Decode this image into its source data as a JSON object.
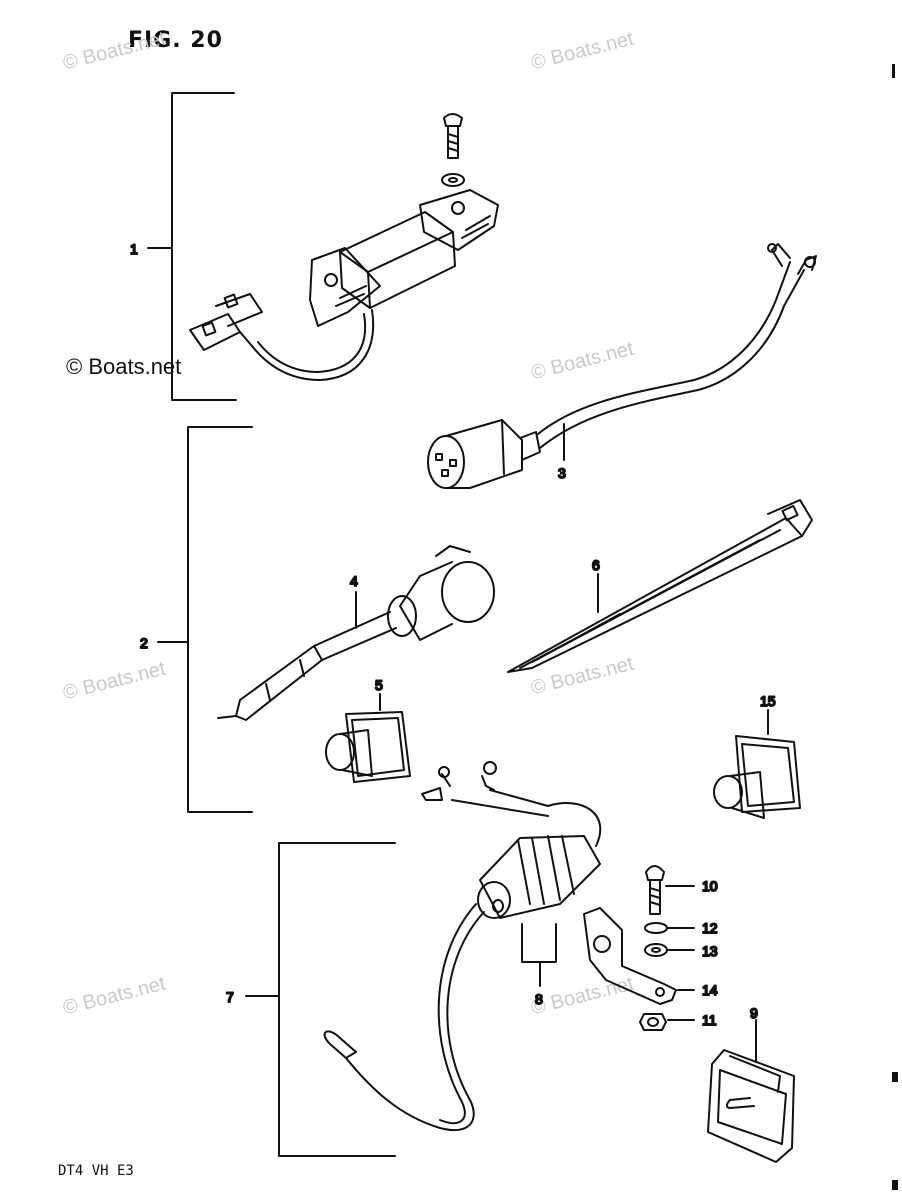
{
  "figure": {
    "title": "FIG. 20",
    "footer_code": "DT4  VH  E3"
  },
  "watermark": {
    "text": "© Boats.net"
  },
  "callouts": {
    "c1": "1",
    "c2": "2",
    "c3": "3",
    "c4": "4",
    "c5": "5",
    "c6": "6",
    "c7": "7",
    "c8": "8",
    "c9": "9",
    "c10": "10",
    "c11": "11",
    "c12": "12",
    "c13": "13",
    "c14": "14",
    "c15": "15"
  },
  "colors": {
    "ink": "#111111",
    "watermark_faint": "#c9c9c9"
  }
}
